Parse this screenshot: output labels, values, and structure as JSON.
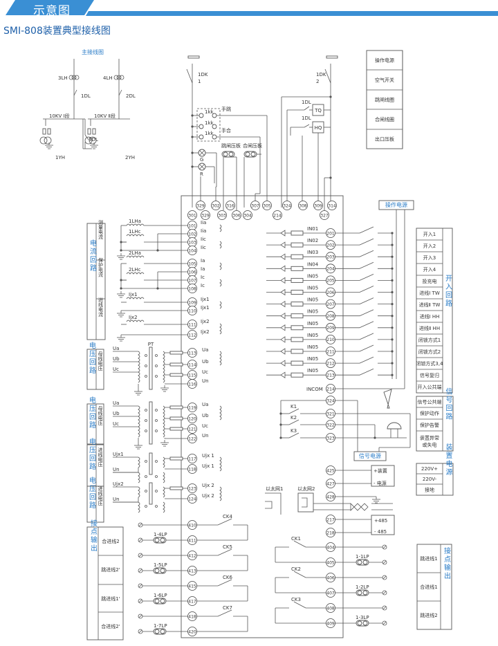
{
  "header": {
    "section_title": "示意图",
    "title": "SMI-808装置典型接线图",
    "accent": "#3a8fd4"
  },
  "main_wiring": {
    "title": "主接线图",
    "lh3": "3LH",
    "lh4": "4LH",
    "dl1": "1DL",
    "dl2": "2DL",
    "bus1": "10KV Ⅰ段",
    "bus2": "10KV Ⅱ段",
    "dl3": "3DL",
    "yh1": "1YH",
    "yh2": "2YH"
  },
  "control": {
    "dk": "1DK",
    "dk1_n": "1",
    "dk2_n": "2",
    "kk": "1kk",
    "manual_trip": "手跳",
    "manual_close": "手合",
    "trip_plate": "跳闸压板",
    "close_plate": "合闸压板",
    "g": "G",
    "r": "R",
    "dl": "1DL",
    "tq": "TQ",
    "hq": "HQ"
  },
  "top_terminals_row1": [
    "329",
    "302",
    "316",
    "307",
    "305",
    "324",
    "308",
    "309",
    "314"
  ],
  "top_terminals_row2": [
    "301",
    "329",
    "303",
    "306",
    "304",
    "214",
    "327"
  ],
  "legend_top": [
    "操作电源",
    "空气开关",
    "跳闸线圈",
    "合闸线圈",
    "出口压板"
  ],
  "op_power_label": "操作电源",
  "current_circuit": {
    "group": "电流回路",
    "subgroups": [
      "测量电流",
      "保护电流",
      "进线电流"
    ],
    "cts": [
      "1LHa",
      "1LHc",
      "2LHa",
      "2LHc",
      "Ijx1",
      "Ijx2"
    ],
    "terminals": [
      {
        "num": "101",
        "sig": "Iia"
      },
      {
        "num": "102",
        "sig": "Iia"
      },
      {
        "num": "103",
        "sig": "Iic"
      },
      {
        "num": "104",
        "sig": "Iic"
      },
      {
        "num": "105",
        "sig": "Ia"
      },
      {
        "num": "106",
        "sig": "Ia"
      },
      {
        "num": "107",
        "sig": "Ic"
      },
      {
        "num": "108",
        "sig": "Ic"
      },
      {
        "num": "109",
        "sig": "Ijx1"
      },
      {
        "num": "110",
        "sig": "Ijx1"
      },
      {
        "num": "111",
        "sig": "Ijx2"
      },
      {
        "num": "112",
        "sig": "Ijx2"
      }
    ]
  },
  "pt_label": "PT",
  "voltage_circuits": [
    {
      "group": "电压回路",
      "sub": "母线电压",
      "inputs": [
        "Ua",
        "Ub",
        "Uc"
      ],
      "terminals": [
        {
          "num": "113",
          "sig": "Ua"
        },
        {
          "num": "114",
          "sig": "Ub"
        },
        {
          "num": "115",
          "sig": "Uc"
        },
        {
          "num": "116",
          "sig": "Un"
        }
      ]
    },
    {
      "group": "电压回路",
      "sub": "母线电压",
      "inputs": [
        "Ua",
        "Ub",
        "Uc"
      ],
      "terminals": [
        {
          "num": "119",
          "sig": "Ua"
        },
        {
          "num": "120",
          "sig": "Ub"
        },
        {
          "num": "121",
          "sig": "Uc"
        },
        {
          "num": "122",
          "sig": "Un"
        }
      ]
    },
    {
      "group": "电压回路",
      "sub": "进线电压",
      "inputs": [
        "Ujx1",
        "Un"
      ],
      "terminals": [
        {
          "num": "117",
          "sig": "Ujx 1"
        },
        {
          "num": "118",
          "sig": "Ujx 1"
        }
      ]
    },
    {
      "group": "电压回路",
      "sub": "进线电压",
      "inputs": [
        "Ujx2",
        "Un"
      ],
      "terminals": [
        {
          "num": "123",
          "sig": "Ujx 2"
        },
        {
          "num": "124",
          "sig": "Ujx 2"
        }
      ]
    }
  ],
  "binary_inputs": {
    "labels": [
      "IN01",
      "IN02",
      "IN03",
      "IN04",
      "IN05",
      "IN05",
      "IN05",
      "IN05",
      "IN05",
      "IN05",
      "IN05",
      "IN05",
      "IN05"
    ],
    "terminals": [
      "201",
      "202",
      "203",
      "204",
      "205",
      "206",
      "207",
      "208",
      "209",
      "210",
      "211",
      "212",
      "213"
    ],
    "incom_label": "INCOM",
    "incom_terminal": "214",
    "table": [
      "开入1",
      "开入2",
      "开入3",
      "开入4",
      "投充电",
      "进线Ⅰ TW",
      "进线Ⅱ TW",
      "进线Ⅰ HH",
      "进线Ⅱ HH",
      "闭锁方式1",
      "闭锁方式2",
      "闭锁方式3,4",
      "信号复归",
      "开入公共端"
    ],
    "side": "开入回路"
  },
  "signal": {
    "terminals": [
      "324",
      "321",
      "322",
      "323"
    ],
    "relays": [
      "K1",
      "K2",
      "K3"
    ],
    "power": "信号电源",
    "table": [
      "信号公共端",
      "保护动作",
      "保护告警",
      "装置异常或失电"
    ],
    "side": "信号回路"
  },
  "power": {
    "terminals": [
      "425",
      "427",
      "428"
    ],
    "box": [
      "+装置",
      "- 电源"
    ],
    "table": [
      "220V+",
      "220V-",
      "接地"
    ],
    "side": "装置电源"
  },
  "comm": {
    "eth1": "以太网1",
    "eth2": "以太网2",
    "terminals": [
      "217",
      "218"
    ],
    "box": [
      "+485",
      "- 485"
    ]
  },
  "outputs_left": {
    "contacts": [
      "CK4",
      "CK5",
      "CK6",
      "CK7"
    ],
    "plates": [
      "1-4LP",
      "1-5LP",
      "1-6LP",
      "1-7LP"
    ],
    "terminals": [
      "410",
      "411",
      "412",
      "413",
      "415",
      "417",
      "418",
      "420"
    ],
    "pins": [
      "②",
      "①"
    ],
    "table": [
      "合进线2",
      "跳进线2'",
      "跳进线1'",
      "合进线2'"
    ],
    "side": "接点输出"
  },
  "outputs_right": {
    "contacts": [
      "CK1",
      "CK2",
      "CK3"
    ],
    "plates": [
      "1-1LP",
      "1-2LP",
      "1-3LP"
    ],
    "terminals": [
      "404",
      "405",
      "406",
      "407",
      "408",
      "409"
    ],
    "pins": [
      "①",
      "②"
    ],
    "table": [
      "跳进线1",
      "合进线1",
      "跳进线2"
    ],
    "side": "接点输出"
  }
}
